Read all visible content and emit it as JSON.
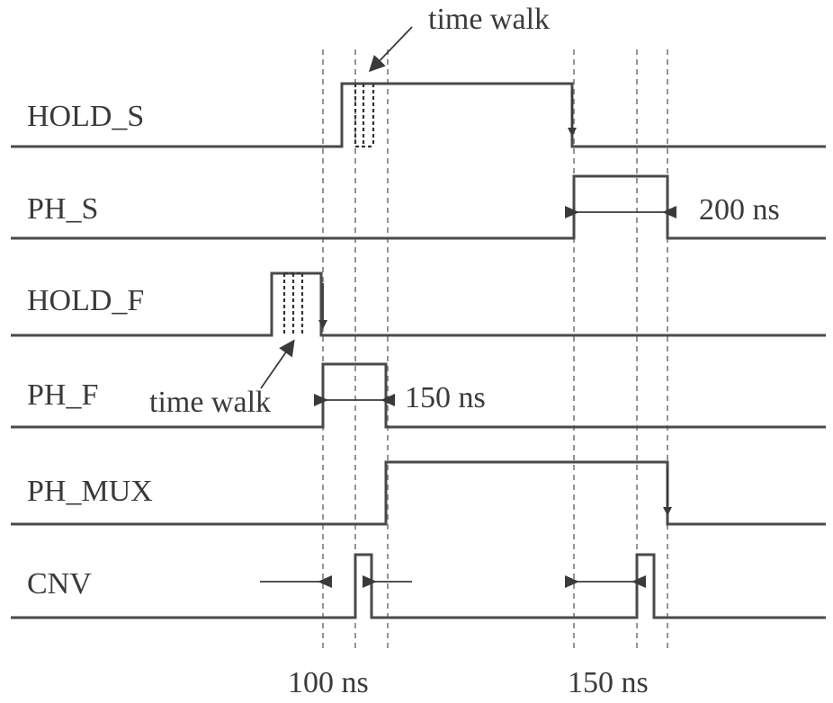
{
  "signals": [
    {
      "id": "hold-s",
      "label": "HOLD_S"
    },
    {
      "id": "ph-s",
      "label": "PH_S"
    },
    {
      "id": "hold-f",
      "label": "HOLD_F"
    },
    {
      "id": "ph-f",
      "label": "PH_F"
    },
    {
      "id": "ph-mux",
      "label": "PH_MUX"
    },
    {
      "id": "cnv",
      "label": "CNV"
    }
  ],
  "annotations": {
    "time_walk_top": "time walk",
    "time_walk_bottom": "time walk",
    "ph_s_width": "200 ns",
    "ph_f_width": "150 ns",
    "cnv_delay_1": "100 ns",
    "cnv_delay_2": "150 ns"
  }
}
